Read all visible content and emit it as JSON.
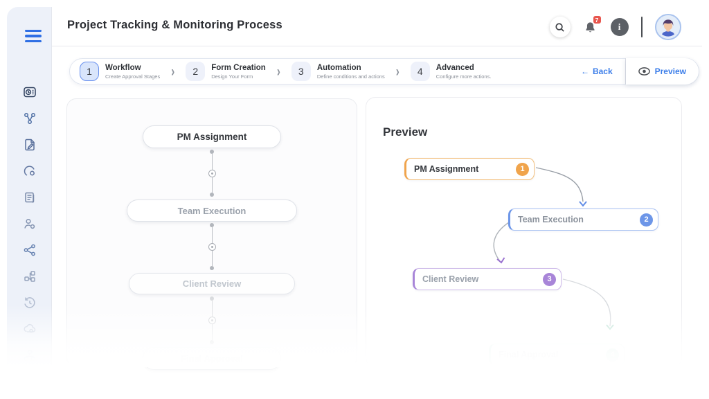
{
  "header": {
    "title": "Project Tracking & Monitoring Process",
    "notification_count": "7",
    "info_glyph": "i",
    "icons": [
      "search-icon",
      "bell-icon",
      "info-icon",
      "user-avatar"
    ]
  },
  "sidebar": {
    "icons": [
      "time-tracking",
      "workflow",
      "document-edit",
      "user-settings",
      "documents",
      "team-settings",
      "share-nodes",
      "org-chart",
      "history",
      "deployment",
      "sitemap"
    ]
  },
  "stepper": {
    "steps": [
      {
        "number": "1",
        "label": "Workflow",
        "sublabel": "Create Approval Stages"
      },
      {
        "number": "2",
        "label": "Form Creation",
        "sublabel": "Design Your Form"
      },
      {
        "number": "3",
        "label": "Automation",
        "sublabel": "Define conditions and actions"
      },
      {
        "number": "4",
        "label": "Advanced",
        "sublabel": "Configure more actions."
      }
    ],
    "back_label": "Back",
    "preview_label": "Preview",
    "chevron": "›",
    "back_arrow": "←"
  },
  "workflow_panel": {
    "stages": [
      {
        "label": "PM Assignment"
      },
      {
        "label": "Team Execution"
      },
      {
        "label": "Client Review"
      },
      {
        "label": "Final Approval"
      }
    ]
  },
  "preview_panel": {
    "title": "Preview",
    "nodes": [
      {
        "label": "PM Assignment",
        "badge": "1",
        "color": "#F0A44C",
        "border": "#F2BE7A"
      },
      {
        "label": "Team Execution",
        "badge": "2",
        "color": "#6D96E8",
        "border": "#A9C2F3"
      },
      {
        "label": "Client Review",
        "badge": "3",
        "color": "#A885D8",
        "border": "#CDB9E9"
      },
      {
        "label": "Final Approval",
        "badge": "4",
        "color": "#66C2A3",
        "border": "#BFE3D6"
      }
    ]
  },
  "colors": {
    "accent_blue": "#3B7DE9",
    "sidebar_bg": "#EDF1F9",
    "notification_red": "#E8564E",
    "step_active_border": "#678FEE",
    "step_active_bg": "#D9E5FB"
  }
}
